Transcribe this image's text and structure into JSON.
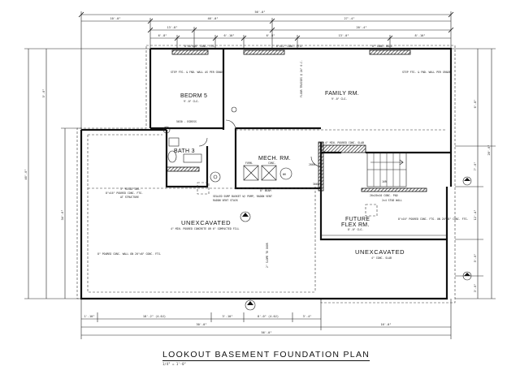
{
  "title": "LOOKOUT BASEMENT FOUNDATION PLAN",
  "scale": "1/4\" = 1'-0\"",
  "rooms": {
    "bedroom": "BEDRM 5",
    "family": "FAMILY RM.",
    "bath": "BATH 3",
    "mech": "MECH. RM.",
    "mech_sub": "CONC.",
    "flex1": "FUTURE",
    "flex2": "FLEX RM.",
    "unexcavated_main": "UNEXCAVATED",
    "unexcavated_right": "UNEXCAVATED"
  },
  "room_subs": {
    "bedroom": "9'-0\" CLG.",
    "family": "9'-0\" CLG.",
    "flex": "8'-0\" CLG.",
    "unex_main": "4\" MIN. POURED CONCRETE OR 6\" COMPACTED FILL",
    "unex_right": "4\" CONC. SLAB"
  },
  "dims_top_outer": "56'-0\"",
  "dims_top_row1": [
    "10'-0\"",
    "46'-0\"",
    "27'-4\""
  ],
  "dims_top_row2": [
    "13'-8\"",
    "20'-4\""
  ],
  "dims_top_row3": [
    "6'-8\"",
    "6'-10\"",
    "6'-8\"",
    "13'-0\"",
    "8'-10\""
  ],
  "dims_bottom_row1": [
    "1'-10\"",
    "18'-2\" (4.0J)",
    "3'-10\"",
    "8'-0\" (4.0J)",
    "3'-4\""
  ],
  "dims_bottom_row2": [
    "30'-0\"",
    "16'-0\""
  ],
  "dims_bottom_outer": "56'-0\"",
  "dims_left": [
    "5'-0\"",
    "40'-0\"",
    "34'-0\""
  ],
  "dims_right": [
    "6'-8\"",
    "28'-0\"",
    "7'-0\"",
    "12'-4\"",
    "5'-0\"",
    "3'-0\""
  ],
  "notes": {
    "top_labels": [
      "8'x8'x16\" CONC. FTG.",
      "6\"x12\" CONC. FTG.",
      "8\" CONC. WALL"
    ],
    "step_left": "STEP FTG. & FND. WALL AS PER GRADE",
    "step_right": "STEP FTG. & FND. WALL PER GRADE",
    "beam": "8\" BEAM",
    "wall_left": "8\" POURED CONC. WALL ON 20\"x8\" CONC. FTG.",
    "sump": "SEALED SUMP BASKET W/ PUMP, RADON VENT",
    "vent": "RADON VENT STACK",
    "floor": "4\" MIN. POURED CONC. SLAB",
    "floor_truss": "FLOOR TRUSSES @ 24\" O.C.",
    "left_footing": "8\"x16\" POURED CONC. FTG.",
    "foot_1": "1\" RIGID INS.",
    "foot_2": "AT STRUCTURE",
    "pier": "20x20x10 CONC. PAD",
    "slope": "2\" SLOPE TO DOOR",
    "hvac": "FURN.",
    "wh": "WH",
    "door1": "2868",
    "door2": "3068",
    "window": "5030 - EGRESS",
    "stair_note": "16R",
    "right_low": "8\"x16\" POURED CONC. FTG. ON 20\"x8\" CONC. FTG.",
    "flex_wall": "2x4 STUD WALL"
  }
}
